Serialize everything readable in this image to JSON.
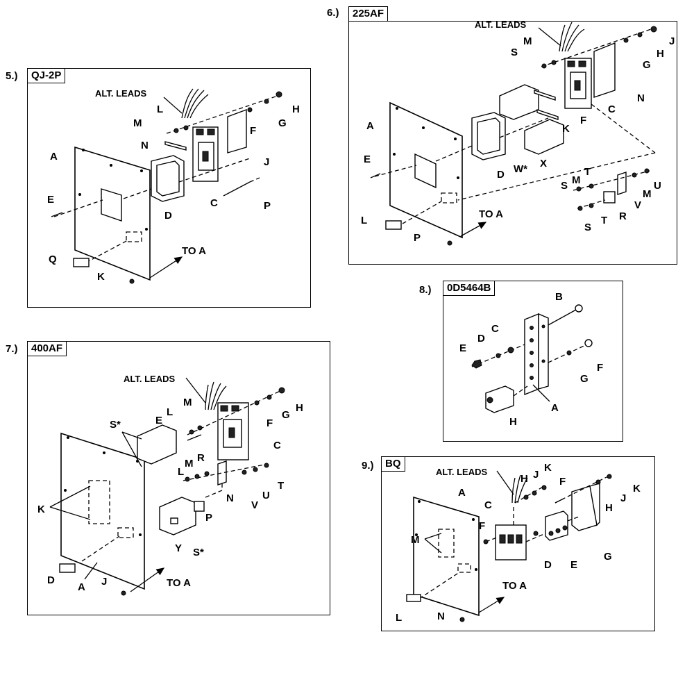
{
  "panels": [
    {
      "number": "5.)",
      "tag": "QJ-2P",
      "labels": {
        "alt_leads": "ALT. LEADS",
        "L": "L",
        "M": "M",
        "N": "N",
        "A": "A",
        "E": "E",
        "D": "D",
        "C": "C",
        "F": "F",
        "G": "G",
        "H": "H",
        "J": "J",
        "P": "P",
        "Q": "Q",
        "K": "K",
        "to_a": "TO A"
      }
    },
    {
      "number": "6.)",
      "tag": "225AF",
      "labels": {
        "alt_leads": "ALT. LEADS",
        "S": "S",
        "M": "M",
        "J": "J",
        "H": "H",
        "G": "G",
        "N": "N",
        "A": "A",
        "K": "K",
        "F": "F",
        "C": "C",
        "E": "E",
        "D": "D",
        "W": "W*",
        "X": "X",
        "T": "T",
        "U": "U",
        "V": "V",
        "R": "R",
        "L": "L",
        "P": "P",
        "S2": "S",
        "M2": "M",
        "S3": "S",
        "T2": "T",
        "to_a": "TO A"
      }
    },
    {
      "number": "7.)",
      "tag": "400AF",
      "labels": {
        "alt_leads": "ALT. LEADS",
        "M": "M",
        "L": "L",
        "E": "E",
        "F": "F",
        "G": "G",
        "H": "H",
        "S": "S*",
        "C": "C",
        "L2": "L",
        "M2": "M",
        "R": "R",
        "K": "K",
        "N": "N",
        "V": "V",
        "U": "U",
        "T": "T",
        "P": "P",
        "Y": "Y",
        "S2": "S*",
        "D": "D",
        "A": "A",
        "J": "J",
        "to_a": "TO A"
      }
    },
    {
      "number": "8.)",
      "tag": "0D5464B",
      "labels": {
        "B": "B",
        "C": "C",
        "D": "D",
        "E": "E",
        "G": "G",
        "F": "F",
        "H": "H",
        "A": "A"
      }
    },
    {
      "number": "9.)",
      "tag": "BQ",
      "labels": {
        "alt_leads": "ALT. LEADS",
        "H": "H",
        "J": "J",
        "K": "K",
        "A": "A",
        "C": "C",
        "F": "F",
        "F2": "F",
        "H2": "H",
        "J2": "J",
        "K2": "K",
        "M": "M",
        "D": "D",
        "E": "E",
        "G": "G",
        "L": "L",
        "N": "N",
        "to_a": "TO A"
      }
    }
  ]
}
